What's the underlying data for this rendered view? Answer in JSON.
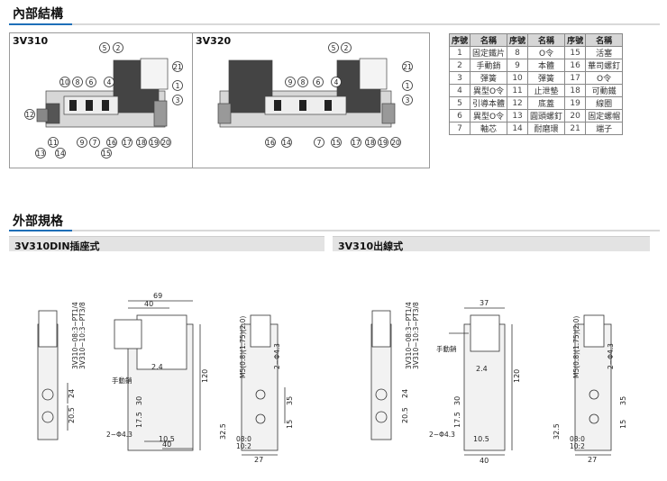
{
  "sections": {
    "internal_title": "內部結構",
    "external_title": "外部規格"
  },
  "panels": {
    "left_label": "3V310",
    "right_label": "3V320"
  },
  "subheaders": {
    "din": "3V310DIN插座式",
    "lead": "3V310出線式"
  },
  "parts_table": {
    "headers": [
      "序號",
      "名稱",
      "序號",
      "名稱",
      "序號",
      "名稱"
    ],
    "rows": [
      [
        "1",
        "固定鐵片",
        "8",
        "O令",
        "15",
        "活塞"
      ],
      [
        "2",
        "手動銷",
        "9",
        "本體",
        "16",
        "華司螺釘"
      ],
      [
        "3",
        "彈簧",
        "10",
        "彈簧",
        "17",
        "O令"
      ],
      [
        "4",
        "異型O令",
        "11",
        "止泄墊",
        "18",
        "可動鐵"
      ],
      [
        "5",
        "引導本體",
        "12",
        "底蓋",
        "19",
        "線圈"
      ],
      [
        "6",
        "異型O令",
        "13",
        "圓頭螺釘",
        "20",
        "固定螺帽"
      ],
      [
        "7",
        "軸芯",
        "14",
        "耐磨環",
        "21",
        "端子"
      ]
    ]
  },
  "callouts_3v310": [
    "5",
    "2",
    "21",
    "1",
    "10",
    "8",
    "6",
    "4",
    "3",
    "12",
    "9",
    "7",
    "16",
    "17",
    "18",
    "19",
    "20",
    "11",
    "14",
    "13",
    "15"
  ],
  "callouts_3v320": [
    "5",
    "2",
    "21",
    "1",
    "9",
    "8",
    "6",
    "4",
    "3",
    "16",
    "14",
    "7",
    "15",
    "17",
    "18",
    "19",
    "20"
  ],
  "dims": {
    "d69": "69",
    "d40": "40",
    "d37": "37",
    "d120": "120",
    "d24": "24",
    "d20_5": "20.5",
    "d30": "30",
    "d17_5": "17.5",
    "d2_4": "2.4",
    "d10_5": "10.5",
    "d2phi": "2−Φ4.3",
    "d32_5": "32.5",
    "d35": "35",
    "d15": "15",
    "d27": "27",
    "d08": "08:0",
    "d10_2": "10:2",
    "port_left": "3V310−08:3−PT1/4",
    "port_left2": "3V310−10:3−PT3/8",
    "m_side": "M5(0.8)(1.75)(2.0)",
    "manual": "手動銷"
  }
}
